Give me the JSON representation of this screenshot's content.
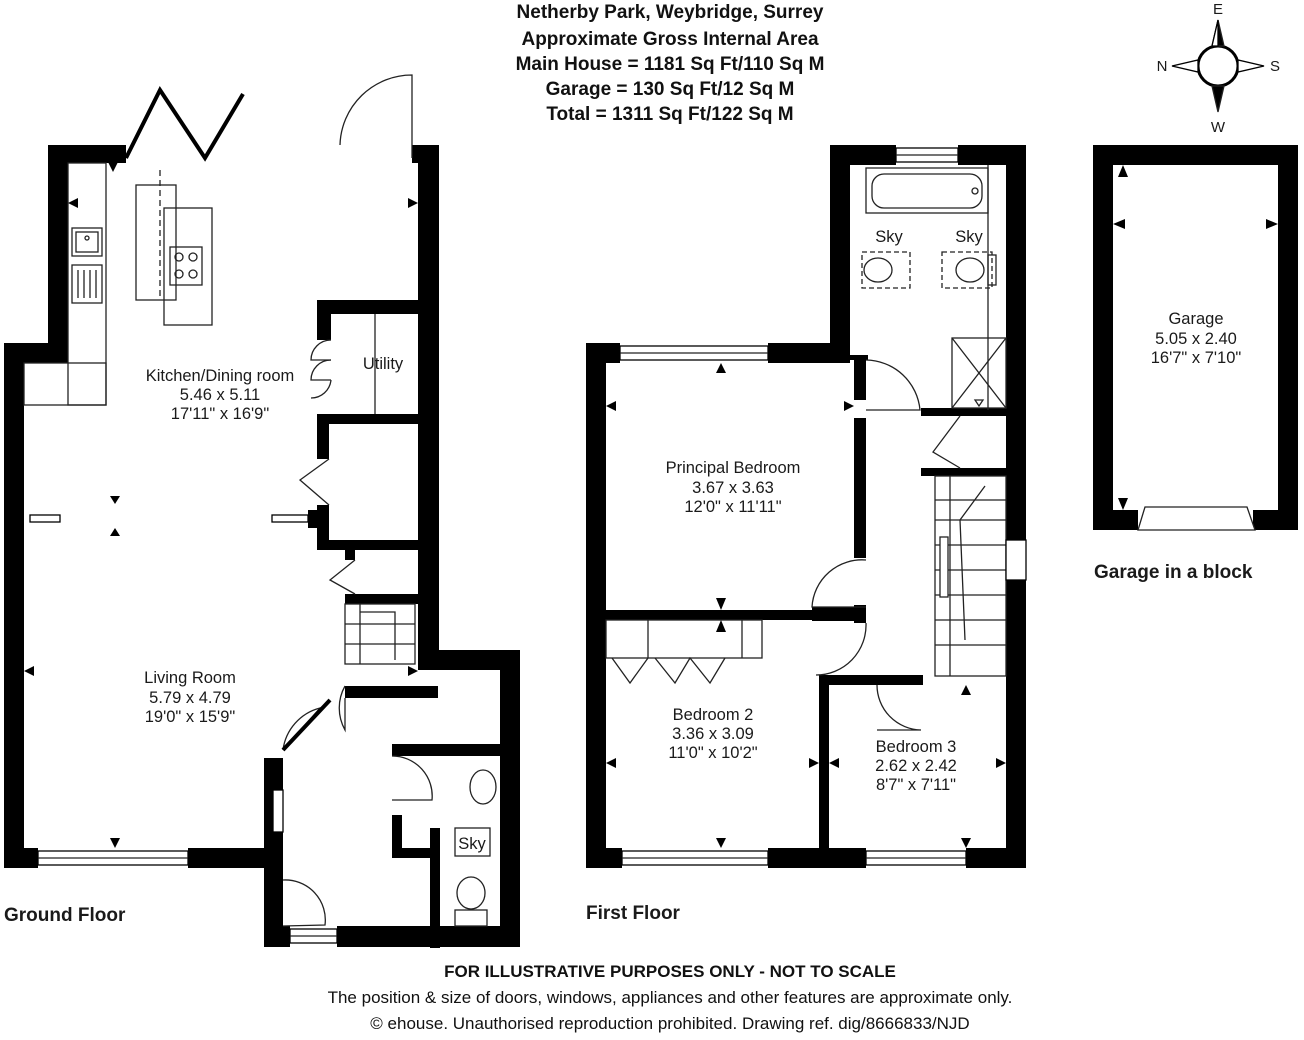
{
  "header": {
    "address": "Netherby Park, Weybridge, Surrey",
    "area_title": "Approximate Gross Internal Area",
    "main_house": "Main House = 1181 Sq Ft/110 Sq M",
    "garage": "Garage = 130 Sq Ft/12 Sq M",
    "total": "Total = 1311 Sq Ft/122 Sq M"
  },
  "compass": {
    "e": "E",
    "n": "N",
    "s": "S",
    "w": "W"
  },
  "ground_floor": {
    "label": "Ground Floor",
    "kitchen": {
      "name": "Kitchen/Dining room",
      "metric": "5.46 x 5.11",
      "imperial": "17'11\" x 16'9\""
    },
    "utility": "Utility",
    "living": {
      "name": "Living Room",
      "metric": "5.79 x 4.79",
      "imperial": "19'0\" x 15'9\""
    },
    "wc_sky": "Sky"
  },
  "first_floor": {
    "label": "First Floor",
    "bath_sky_1": "Sky",
    "bath_sky_2": "Sky",
    "principal": {
      "name": "Principal Bedroom",
      "metric": "3.67 x 3.63",
      "imperial": "12'0\" x 11'11\""
    },
    "bedroom2": {
      "name": "Bedroom 2",
      "metric": "3.36 x 3.09",
      "imperial": "11'0\" x 10'2\""
    },
    "bedroom3": {
      "name": "Bedroom 3",
      "metric": "2.62 x 2.42",
      "imperial": "8'7\" x 7'11\""
    }
  },
  "garage_block": {
    "name": "Garage",
    "metric": "5.05 x 2.40",
    "imperial": "16'7\" x 7'10\"",
    "caption": "Garage in a block"
  },
  "footer": {
    "disclaimer": "FOR ILLUSTRATIVE PURPOSES ONLY - NOT TO SCALE",
    "note": "The position & size of doors, windows, appliances and other features are approximate only.",
    "copyright": "© ehouse. Unauthorised reproduction prohibited. Drawing ref. dig/8666833/NJD"
  },
  "colors": {
    "wall": "#000000",
    "line": "#222222",
    "background": "#ffffff"
  }
}
